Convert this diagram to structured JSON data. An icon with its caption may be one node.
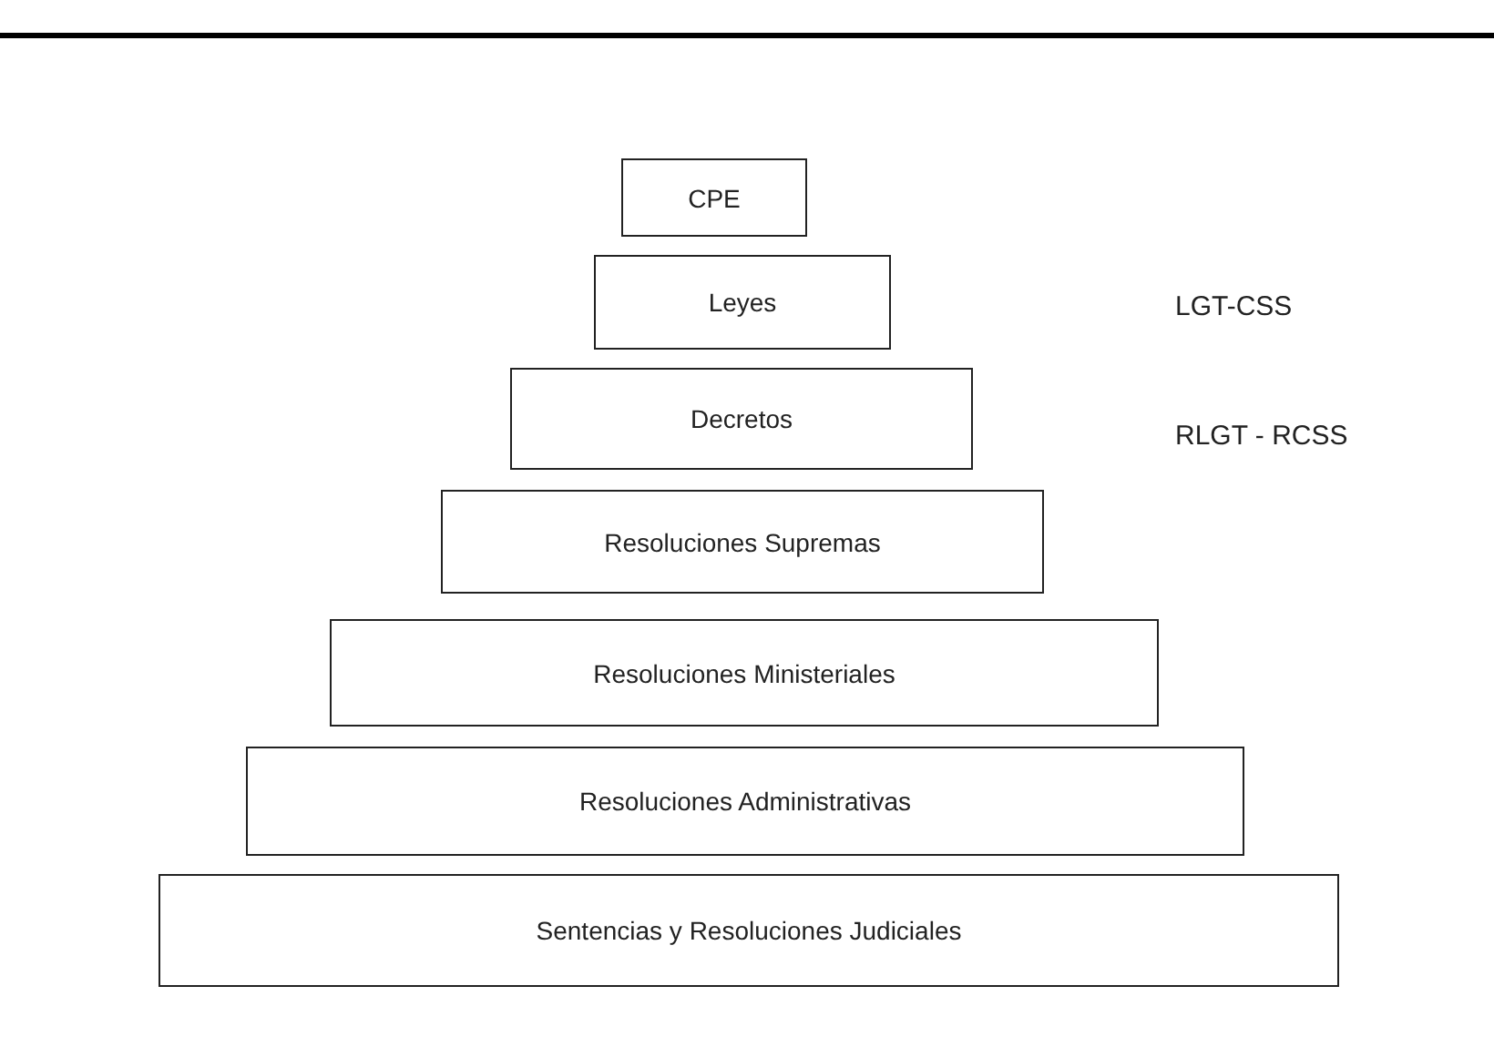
{
  "diagram": {
    "nodes": [
      {
        "text": [
          "CPE"
        ]
      },
      {
        "text": [
          "Leyes"
        ]
      },
      {
        "text": [
          "Decretos"
        ]
      },
      {
        "text": [
          "Resoluciones Supremas"
        ]
      },
      {
        "text": [
          "Resoluciones Ministeriales"
        ]
      },
      {
        "text": [
          "Resoluciones Administrativas"
        ]
      },
      {
        "text": [
          "Sentencias y Resoluciones Judiciales"
        ]
      }
    ],
    "labels": [
      "LGT-CSS",
      "RLGT - RCSS"
    ]
  }
}
